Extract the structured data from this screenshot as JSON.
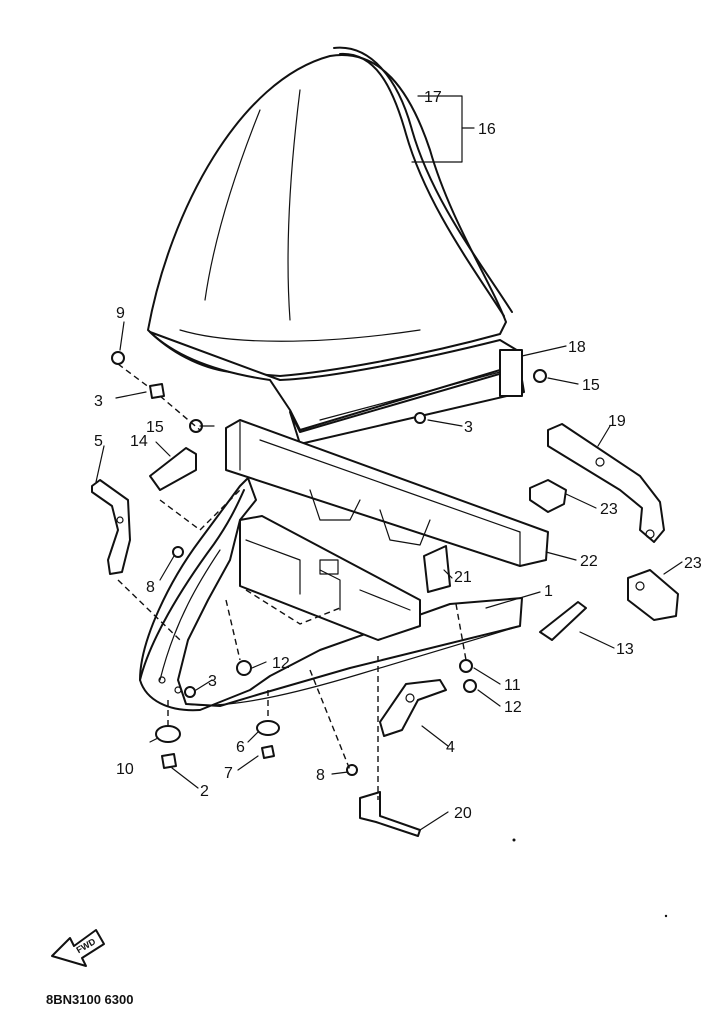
{
  "diagram": {
    "callouts": [
      "1",
      "2",
      "3",
      "3",
      "3",
      "4",
      "5",
      "6",
      "7",
      "8",
      "8",
      "9",
      "10",
      "11",
      "12",
      "12",
      "13",
      "14",
      "15",
      "15",
      "16",
      "17",
      "18",
      "19",
      "20",
      "21",
      "22",
      "23",
      "23"
    ],
    "front_arrow_text": "FWD",
    "drawing_code": "8BN3100 6300"
  }
}
